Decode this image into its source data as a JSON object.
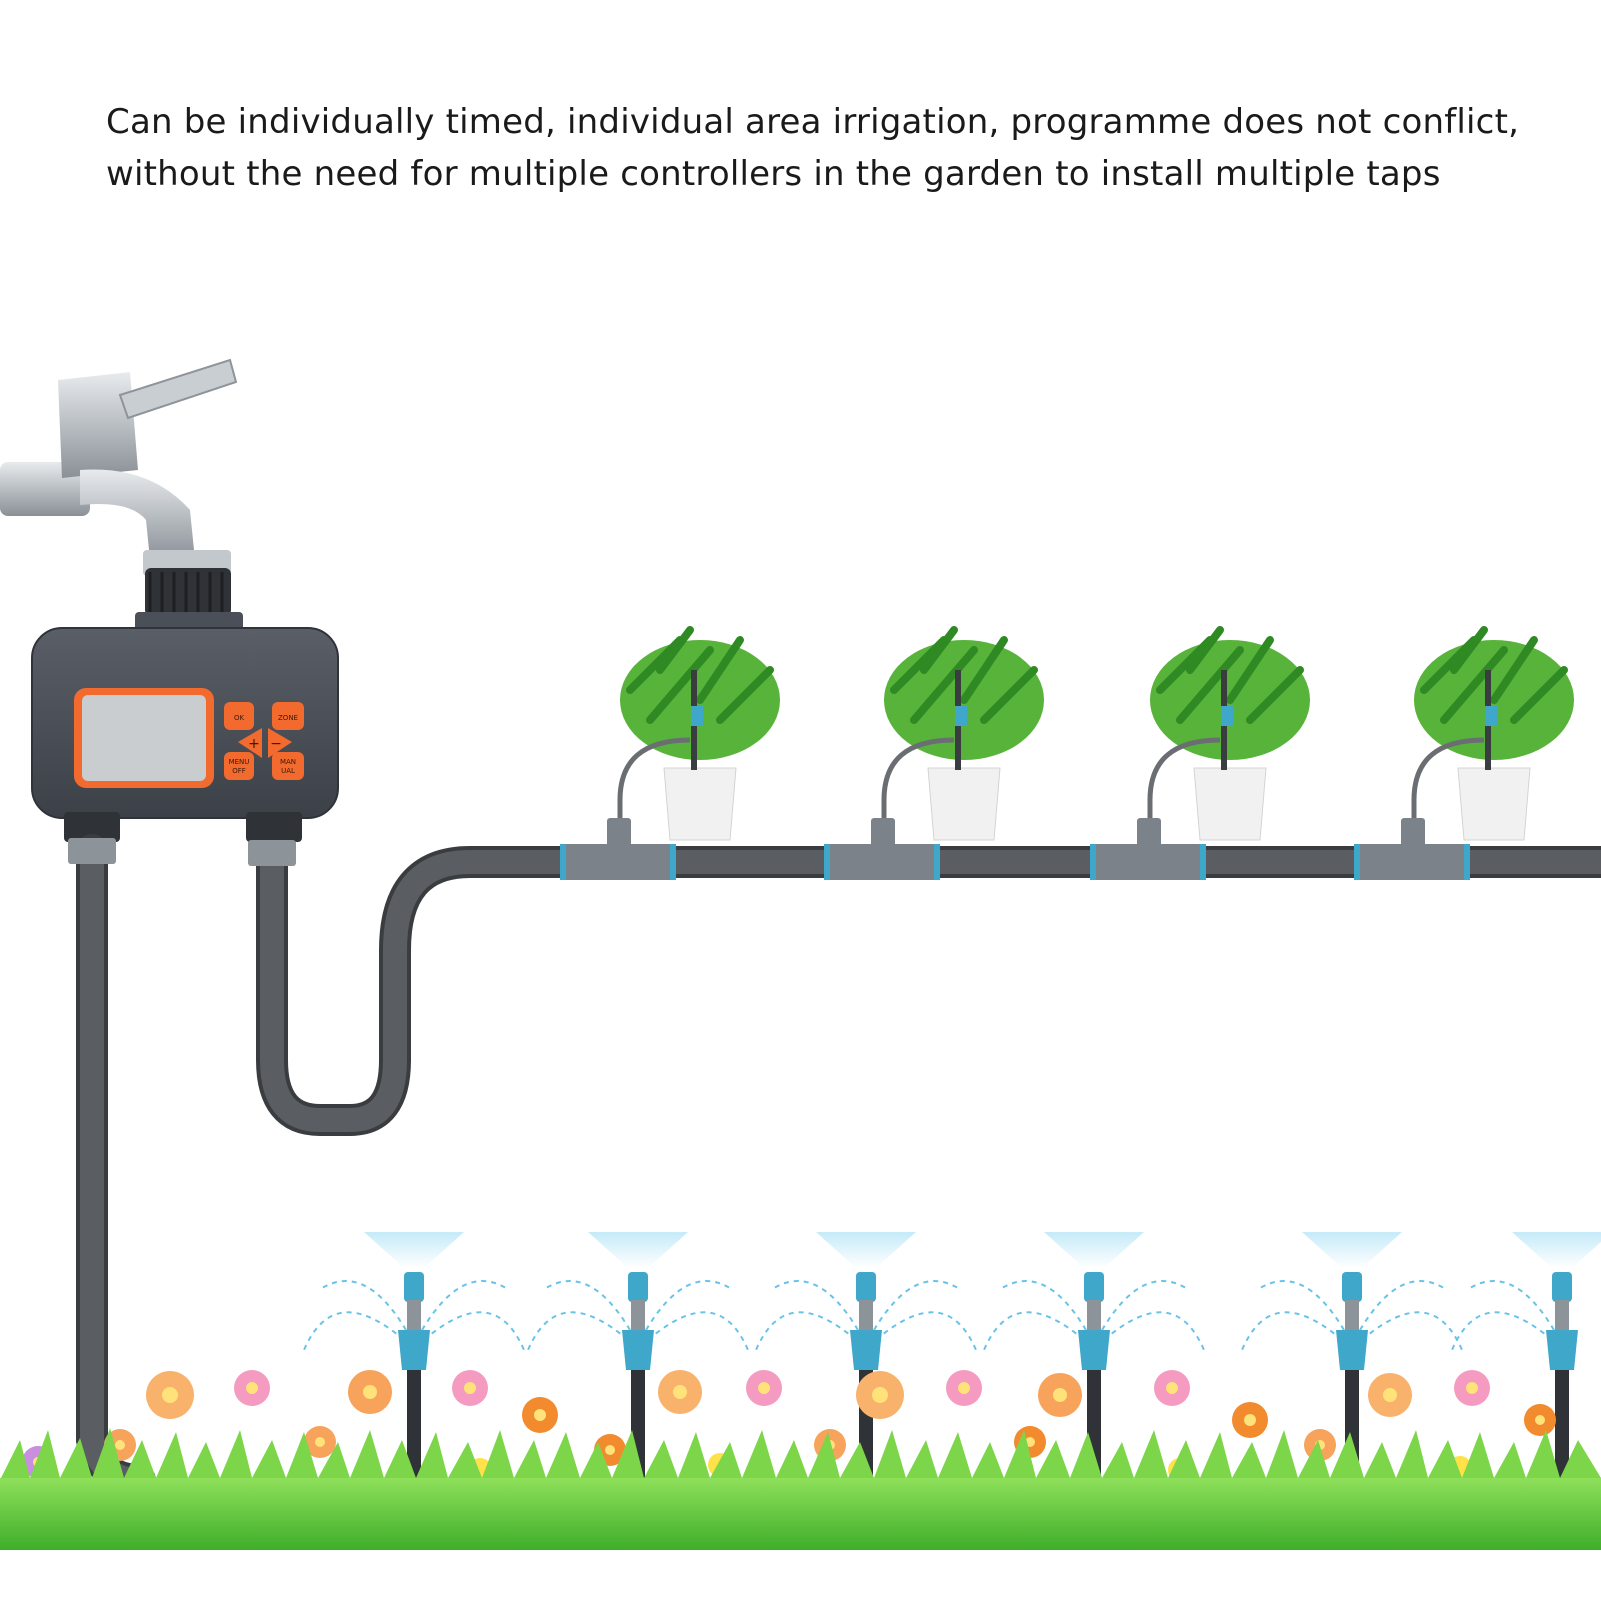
{
  "caption": {
    "line1": "Can be individually timed, individual area irrigation, programme does not conflict,",
    "line2": "without the need for multiple controllers in the garden to install multiple taps"
  },
  "controller": {
    "buttons": {
      "ok": "OK",
      "zone": "ZONE",
      "plus": "+",
      "minus": "−",
      "menu_line1": "MENU",
      "menu_line2": "OFF",
      "manual_line1": "MAN",
      "manual_line2": "UAL"
    }
  },
  "colors": {
    "hose": "#5a5e62",
    "hose_outline": "#3a3d40",
    "connector": "#7b8289",
    "connector_accent": "#3fa7c9",
    "controller_body": "#4b4f57",
    "button": "#f26a2e",
    "lcd": "#c9cdcf",
    "faucet": "#b9bec3",
    "grass": "#5cc83a",
    "leaf": "#3aa22a",
    "pot": "#f1f1f1",
    "spray": "#67c3e8"
  }
}
